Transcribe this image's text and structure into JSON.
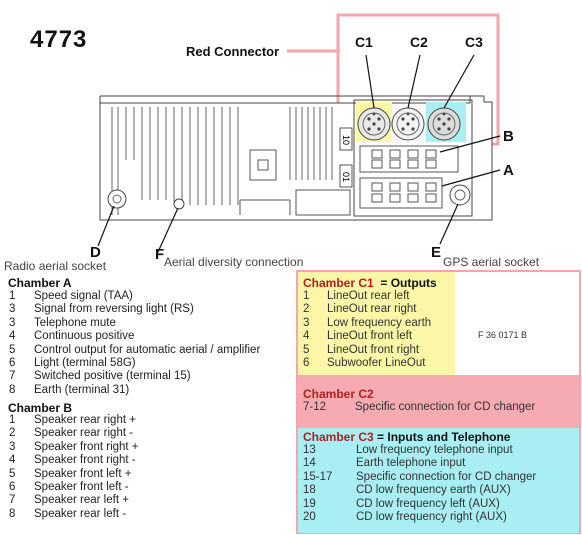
{
  "code": "4773",
  "red_connector_label": "Red Connector",
  "connectors": {
    "c1": "C1",
    "c2": "C2",
    "c3": "C3"
  },
  "letters": {
    "a": "A",
    "b": "B",
    "d": "D",
    "e": "E",
    "f": "F"
  },
  "unit_labels": {
    "ten": "10",
    "one": "01"
  },
  "captions": {
    "radio_aerial": "Radio aerial socket",
    "aerial_diversity": "Aerial diversity connection",
    "gps_aerial": "GPS aerial socket"
  },
  "chamber_a": {
    "title": "Chamber A",
    "rows": [
      {
        "num": "1",
        "text": "Speed signal (TAA)"
      },
      {
        "num": "3",
        "text": "Signal from reversing light (RS)"
      },
      {
        "num": "3",
        "text": "Telephone mute"
      },
      {
        "num": "4",
        "text": "Continuous positive"
      },
      {
        "num": "5",
        "text": "Control output for automatic aerial / amplifier"
      },
      {
        "num": "6",
        "text": "Light (terminal 58G)"
      },
      {
        "num": "7",
        "text": "Switched positive (terminal 15)"
      },
      {
        "num": "8",
        "text": "Earth (terminal 31)"
      }
    ]
  },
  "chamber_b": {
    "title": "Chamber B",
    "rows": [
      {
        "num": "1",
        "text": "Speaker rear right +"
      },
      {
        "num": "2",
        "text": "Speaker rear right -"
      },
      {
        "num": "3",
        "text": "Speaker front right +"
      },
      {
        "num": "4",
        "text": "Speaker front right -"
      },
      {
        "num": "5",
        "text": "Speaker front left +"
      },
      {
        "num": "6",
        "text": "Speaker front left -"
      },
      {
        "num": "7",
        "text": "Speaker rear left +"
      },
      {
        "num": "8",
        "text": "Speaker rear left -"
      }
    ]
  },
  "chamber_c1": {
    "title": "Chamber C1",
    "subtitle": "= Outputs",
    "ref": "F 36 0171 B",
    "rows": [
      {
        "num": "1",
        "text": "LineOut rear left"
      },
      {
        "num": "2",
        "text": "LineOut rear right"
      },
      {
        "num": "3",
        "text": "Low frequency earth"
      },
      {
        "num": "4",
        "text": "LineOut front left"
      },
      {
        "num": "5",
        "text": "LineOut front right"
      },
      {
        "num": "6",
        "text": "Subwoofer LineOut"
      }
    ]
  },
  "chamber_c2": {
    "title": "Chamber C2",
    "rows": [
      {
        "num": "7-12",
        "text": "Specific connection for CD changer"
      }
    ]
  },
  "chamber_c3": {
    "title": "Chamber C3",
    "subtitle": "= Inputs and Telephone",
    "rows": [
      {
        "num": "13",
        "text": "Low frequency telephone input"
      },
      {
        "num": "14",
        "text": "Earth telephone input"
      },
      {
        "num": "15-17",
        "text": "Specific connection for CD changer"
      },
      {
        "num": "18",
        "text": "CD low frequency earth (AUX)"
      },
      {
        "num": "19",
        "text": "CD low frequency left (AUX)"
      },
      {
        "num": "20",
        "text": "CD low frequency right (AUX)"
      }
    ]
  },
  "colors": {
    "pink": "#f4a6ae",
    "pink_fill": "#f6aab2",
    "yellow": "#fbf7a6",
    "cyan": "#a8eef2",
    "connector_gray": "#d7d7d7"
  }
}
